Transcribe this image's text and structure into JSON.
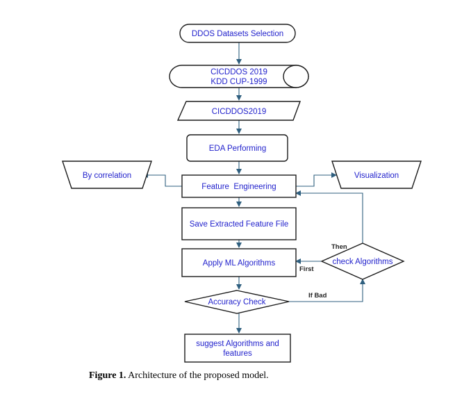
{
  "nodes": {
    "dataset_selection": "DDOS Datasets Selection",
    "datasets_line1": "CICDDOS 2019",
    "datasets_line2": "KDD CUP-1999",
    "cicddos2019": "CICDDOS2019",
    "eda": "EDA Performing",
    "by_correlation": "By correlation",
    "feature_engineering": "Feature  Engineering",
    "visualization": "Visualization",
    "save_feature_file": "Save Extracted Feature File",
    "apply_ml": "Apply ML Algorithms",
    "check_algorithms": "check Algorithms",
    "accuracy_check": "Accuracy Check",
    "suggest_line1": "suggest Algorithms and",
    "suggest_line2": "features"
  },
  "edge_labels": {
    "then": "Then",
    "first": "First",
    "if_bad": "If Bad"
  },
  "caption": {
    "label": "Figure 1.",
    "text": "Architecture of the proposed model."
  }
}
